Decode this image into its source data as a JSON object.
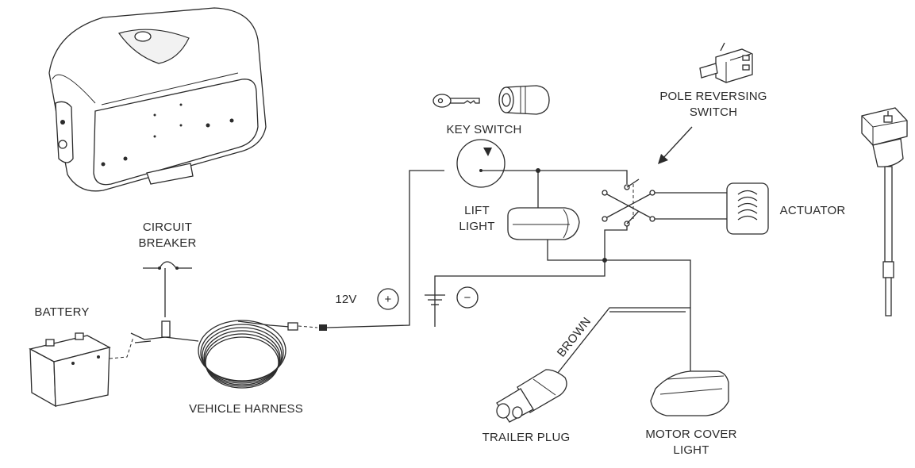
{
  "labels": {
    "circuit_breaker_1": "CIRCUIT",
    "circuit_breaker_2": "BREAKER",
    "battery": "BATTERY",
    "vehicle_harness": "VEHICLE HARNESS",
    "voltage": "12V",
    "positive": "+",
    "negative": "−",
    "key_switch": "KEY SWITCH",
    "lift_light_1": "LIFT",
    "lift_light_2": "LIGHT",
    "pole_reversing_1": "POLE REVERSING",
    "pole_reversing_2": "SWITCH",
    "actuator": "ACTUATOR",
    "brown_wire": "BROWN",
    "trailer_plug": "TRAILER PLUG",
    "motor_cover_1": "MOTOR COVER",
    "motor_cover_2": "LIGHT"
  }
}
